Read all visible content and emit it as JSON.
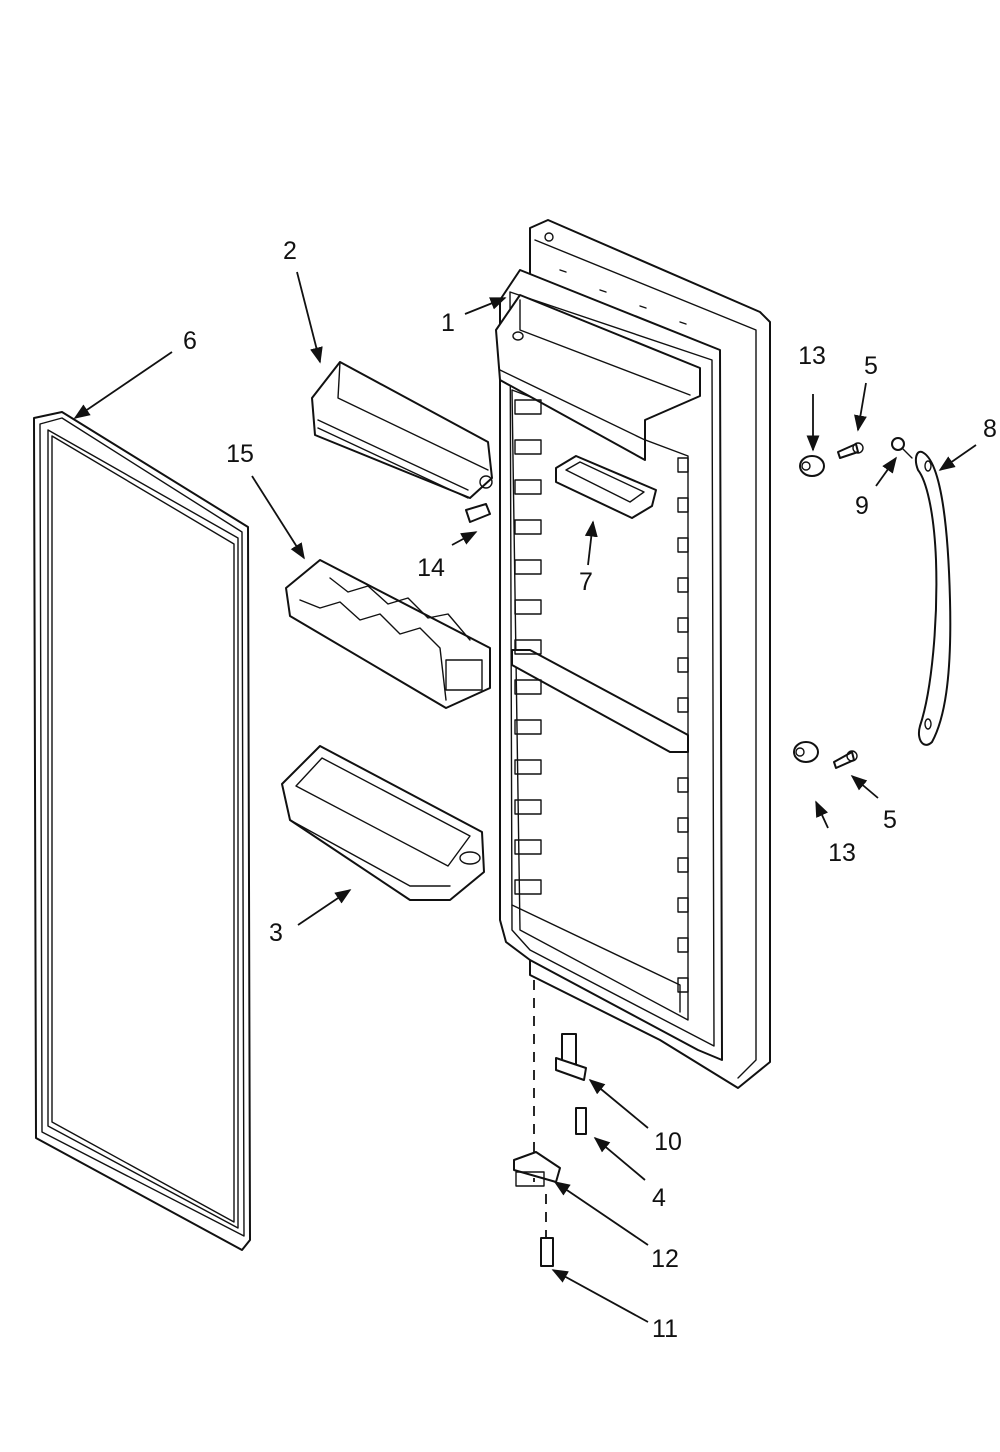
{
  "diagram": {
    "callouts": [
      {
        "id": "c1",
        "label": "1"
      },
      {
        "id": "c2",
        "label": "2"
      },
      {
        "id": "c3",
        "label": "3"
      },
      {
        "id": "c4",
        "label": "4"
      },
      {
        "id": "c5a",
        "label": "5"
      },
      {
        "id": "c5b",
        "label": "5"
      },
      {
        "id": "c6",
        "label": "6"
      },
      {
        "id": "c7",
        "label": "7"
      },
      {
        "id": "c8",
        "label": "8"
      },
      {
        "id": "c9",
        "label": "9"
      },
      {
        "id": "c10",
        "label": "10"
      },
      {
        "id": "c11",
        "label": "11"
      },
      {
        "id": "c12",
        "label": "12"
      },
      {
        "id": "c13a",
        "label": "13"
      },
      {
        "id": "c13b",
        "label": "13"
      },
      {
        "id": "c14",
        "label": "14"
      },
      {
        "id": "c15",
        "label": "15"
      }
    ]
  }
}
